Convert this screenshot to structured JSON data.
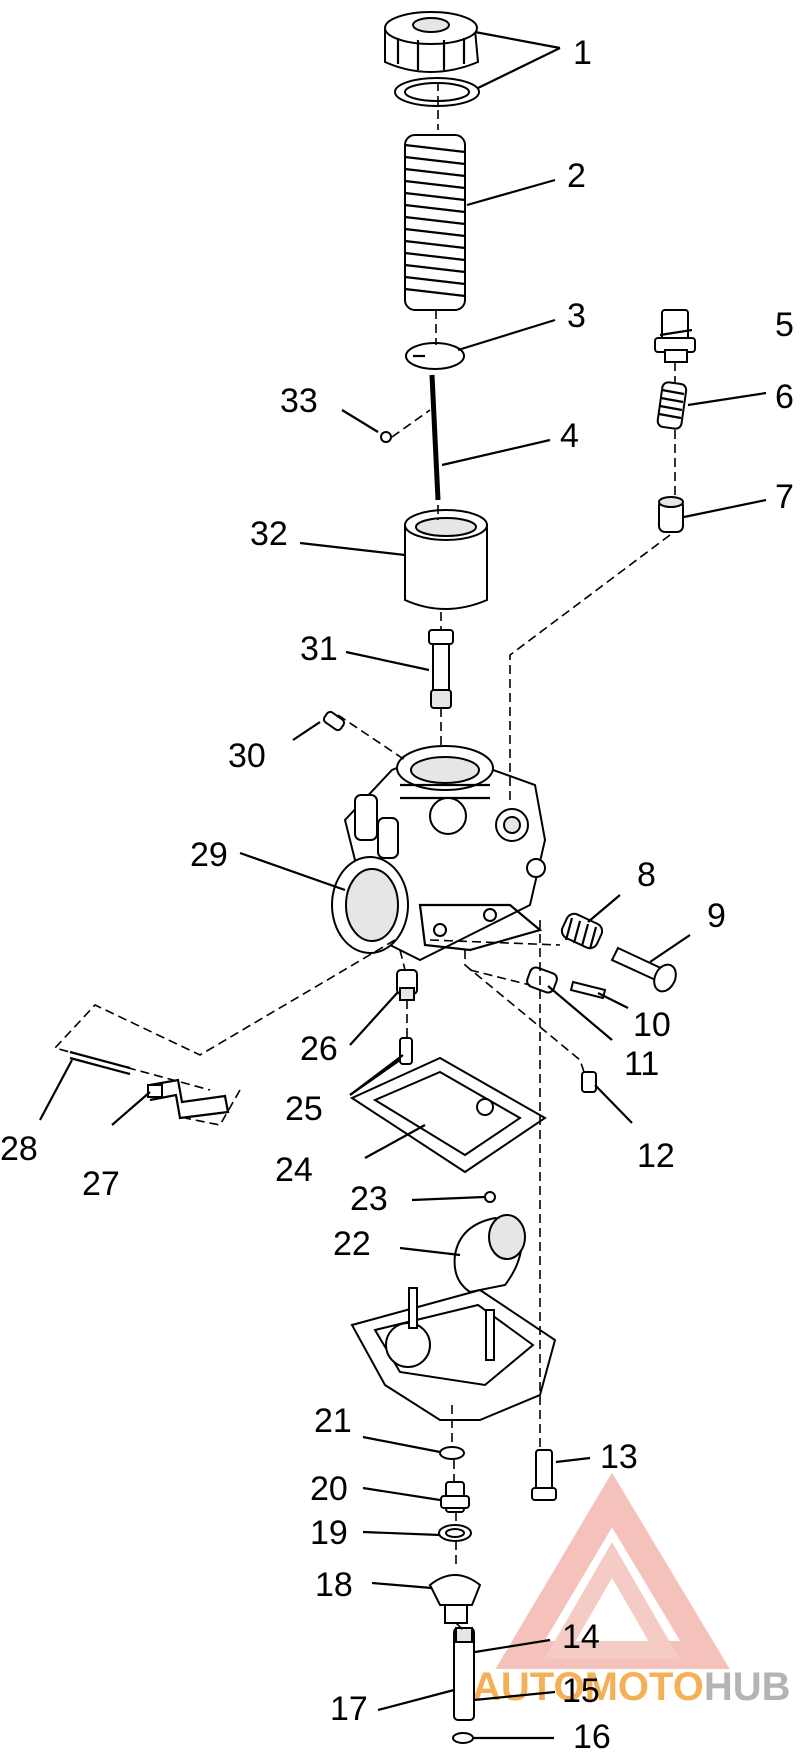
{
  "callouts": [
    "1",
    "2",
    "3",
    "4",
    "5",
    "6",
    "7",
    "8",
    "9",
    "10",
    "11",
    "12",
    "13",
    "14",
    "15",
    "16",
    "17",
    "18",
    "19",
    "20",
    "21",
    "22",
    "23",
    "24",
    "25",
    "26",
    "27",
    "28",
    "29",
    "30",
    "31",
    "32",
    "33"
  ],
  "watermark": {
    "part1": "AUTO",
    "part2": "MOTO",
    "part3": "HUB",
    "color_red": "#e03a2a",
    "color_orange": "#f2a33a",
    "color_gray": "#9a9a9a"
  }
}
